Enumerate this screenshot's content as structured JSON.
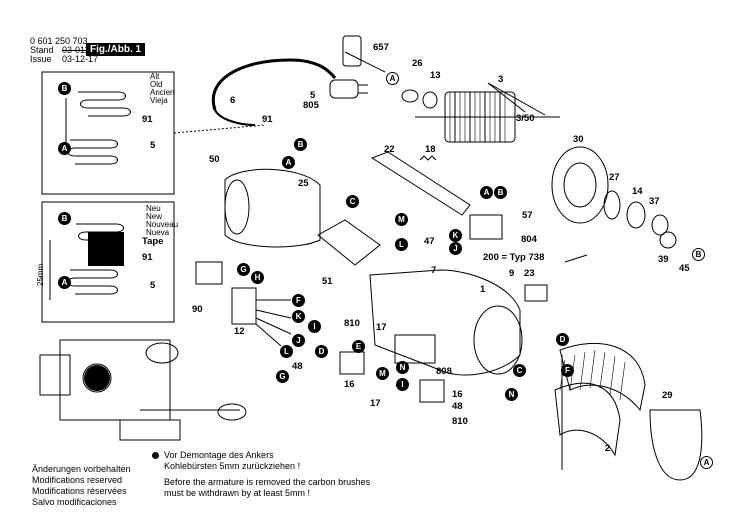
{
  "header": {
    "part_no": "0 601 250 703",
    "stand_label": "Stand",
    "stand_value": "03-011",
    "issue_label": "Issue",
    "issue_value": "03-12-17",
    "fig": "Fig./Abb. 1"
  },
  "inset_top": {
    "title_lines": [
      "Alt",
      "Old",
      "Ancien",
      "Vieja"
    ],
    "labels": [
      "B",
      "A",
      "91",
      "5"
    ]
  },
  "inset_bottom": {
    "title_lines": [
      "Neu",
      "New",
      "Nouveau",
      "Nueva"
    ],
    "labels": [
      "B",
      "A",
      "Tape",
      "91",
      "5",
      "25mm"
    ]
  },
  "parts": [
    "657",
    "6",
    "805",
    "5",
    "91",
    "26",
    "13",
    "3",
    "3/50",
    "22",
    "18",
    "30",
    "25",
    "50",
    "27",
    "14",
    "37",
    "57",
    "804",
    "39",
    "45",
    "47",
    "7",
    "200 = Typ 738",
    "9",
    "23",
    "1",
    "51",
    "90",
    "12",
    "810",
    "17",
    "808",
    "48",
    "16",
    "2",
    "29"
  ],
  "callouts": [
    "A",
    "B",
    "C",
    "D",
    "E",
    "F",
    "G",
    "H",
    "I",
    "J",
    "K",
    "L",
    "M",
    "N"
  ],
  "footer": {
    "changes": [
      "Änderungen vorbehalten",
      "Modifications reserved",
      "Modifications réservées",
      "Salvo modificaciones"
    ],
    "notice_de_1": "Vor Demontage des Ankers",
    "notice_de_2": "Kohlebürsten 5mm zurückziehen !",
    "notice_en_1": "Before the armature is removed the carbon brushes",
    "notice_en_2": "must be withdrawn by at least 5mm !"
  }
}
